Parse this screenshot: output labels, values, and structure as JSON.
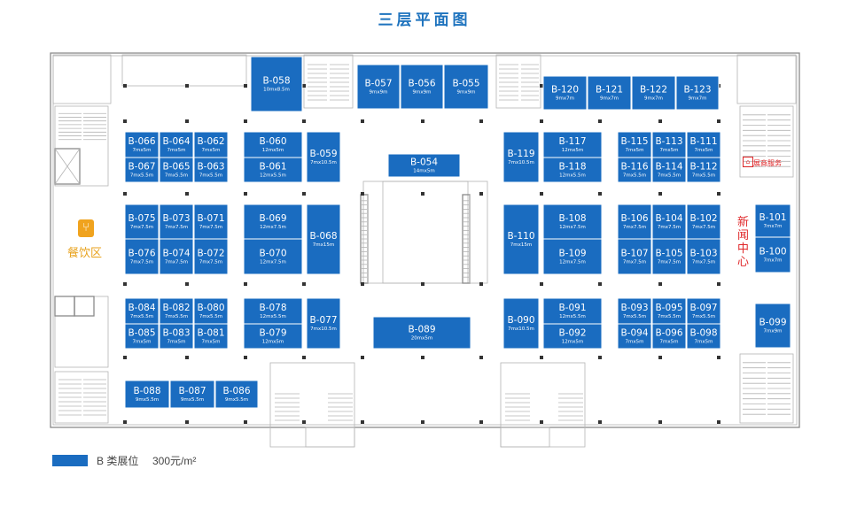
{
  "title": "三层平面图",
  "legend": {
    "label": "B 类展位",
    "price": "300元/m²",
    "color": "#1a6cc0"
  },
  "zones": {
    "food": {
      "label": "餐饮区",
      "icon": "fork-knife-icon",
      "color": "#f0a31e"
    },
    "news": {
      "label": "新闻中心",
      "color": "#e0282a"
    },
    "office": {
      "label": "展商服务",
      "icon": "house-icon",
      "color": "#e0282a"
    }
  },
  "booths": [
    {
      "id": "B-058",
      "size": "10mx8.5m"
    },
    {
      "id": "B-057",
      "size": "9mx9m"
    },
    {
      "id": "B-056",
      "size": "9mx9m"
    },
    {
      "id": "B-055",
      "size": "9mx9m"
    },
    {
      "id": "B-120",
      "size": "9mx7m"
    },
    {
      "id": "B-121",
      "size": "9mx7m"
    },
    {
      "id": "B-122",
      "size": "9mx7m"
    },
    {
      "id": "B-123",
      "size": "9mx7m"
    },
    {
      "id": "B-066",
      "size": "7mx5m"
    },
    {
      "id": "B-064",
      "size": "7mx5m"
    },
    {
      "id": "B-062",
      "size": "7mx5m"
    },
    {
      "id": "B-067",
      "size": "7mx5.5m"
    },
    {
      "id": "B-065",
      "size": "7mx5.5m"
    },
    {
      "id": "B-063",
      "size": "7mx5.5m"
    },
    {
      "id": "B-060",
      "size": "12mx5m"
    },
    {
      "id": "B-061",
      "size": "12mx5.5m"
    },
    {
      "id": "B-059",
      "size": "7mx10.5m"
    },
    {
      "id": "B-054",
      "size": "14mx5m"
    },
    {
      "id": "B-119",
      "size": "7mx10.5m"
    },
    {
      "id": "B-117",
      "size": "12mx5m"
    },
    {
      "id": "B-118",
      "size": "12mx5.5m"
    },
    {
      "id": "B-115",
      "size": "7mx5m"
    },
    {
      "id": "B-113",
      "size": "7mx5m"
    },
    {
      "id": "B-111",
      "size": "7mx5m"
    },
    {
      "id": "B-116",
      "size": "7mx5.5m"
    },
    {
      "id": "B-114",
      "size": "7mx5.5m"
    },
    {
      "id": "B-112",
      "size": "7mx5.5m"
    },
    {
      "id": "B-075",
      "size": "7mx7.5m"
    },
    {
      "id": "B-073",
      "size": "7mx7.5m"
    },
    {
      "id": "B-071",
      "size": "7mx7.5m"
    },
    {
      "id": "B-076",
      "size": "7mx7.5m"
    },
    {
      "id": "B-074",
      "size": "7mx7.5m"
    },
    {
      "id": "B-072",
      "size": "7mx7.5m"
    },
    {
      "id": "B-069",
      "size": "12mx7.5m"
    },
    {
      "id": "B-070",
      "size": "12mx7.5m"
    },
    {
      "id": "B-068",
      "size": "7mx15m"
    },
    {
      "id": "B-110",
      "size": "7mx15m"
    },
    {
      "id": "B-108",
      "size": "12mx7.5m"
    },
    {
      "id": "B-109",
      "size": "12mx7.5m"
    },
    {
      "id": "B-106",
      "size": "7mx7.5m"
    },
    {
      "id": "B-104",
      "size": "7mx7.5m"
    },
    {
      "id": "B-102",
      "size": "7mx7.5m"
    },
    {
      "id": "B-107",
      "size": "7mx7.5m"
    },
    {
      "id": "B-105",
      "size": "7mx7.5m"
    },
    {
      "id": "B-103",
      "size": "7mx7.5m"
    },
    {
      "id": "B-101",
      "size": "7mx7m"
    },
    {
      "id": "B-100",
      "size": "7mx7m"
    },
    {
      "id": "B-084",
      "size": "7mx5.5m"
    },
    {
      "id": "B-082",
      "size": "7mx5.5m"
    },
    {
      "id": "B-080",
      "size": "7mx5.5m"
    },
    {
      "id": "B-085",
      "size": "7mx5m"
    },
    {
      "id": "B-083",
      "size": "7mx5m"
    },
    {
      "id": "B-081",
      "size": "7mx5m"
    },
    {
      "id": "B-078",
      "size": "12mx5.5m"
    },
    {
      "id": "B-079",
      "size": "12mx5m"
    },
    {
      "id": "B-077",
      "size": "7mx10.5m"
    },
    {
      "id": "B-089",
      "size": "20mx5m"
    },
    {
      "id": "B-090",
      "size": "7mx10.5m"
    },
    {
      "id": "B-091",
      "size": "12mx5.5m"
    },
    {
      "id": "B-092",
      "size": "12mx5m"
    },
    {
      "id": "B-093",
      "size": "7mx5.5m"
    },
    {
      "id": "B-095",
      "size": "7mx5.5m"
    },
    {
      "id": "B-097",
      "size": "7mx5.5m"
    },
    {
      "id": "B-094",
      "size": "7mx5m"
    },
    {
      "id": "B-096",
      "size": "7mx5m"
    },
    {
      "id": "B-098",
      "size": "7mx5m"
    },
    {
      "id": "B-099",
      "size": "7mx9m"
    },
    {
      "id": "B-088",
      "size": "9mx5.5m"
    },
    {
      "id": "B-087",
      "size": "9mx5.5m"
    },
    {
      "id": "B-086",
      "size": "9mx5.5m"
    }
  ]
}
